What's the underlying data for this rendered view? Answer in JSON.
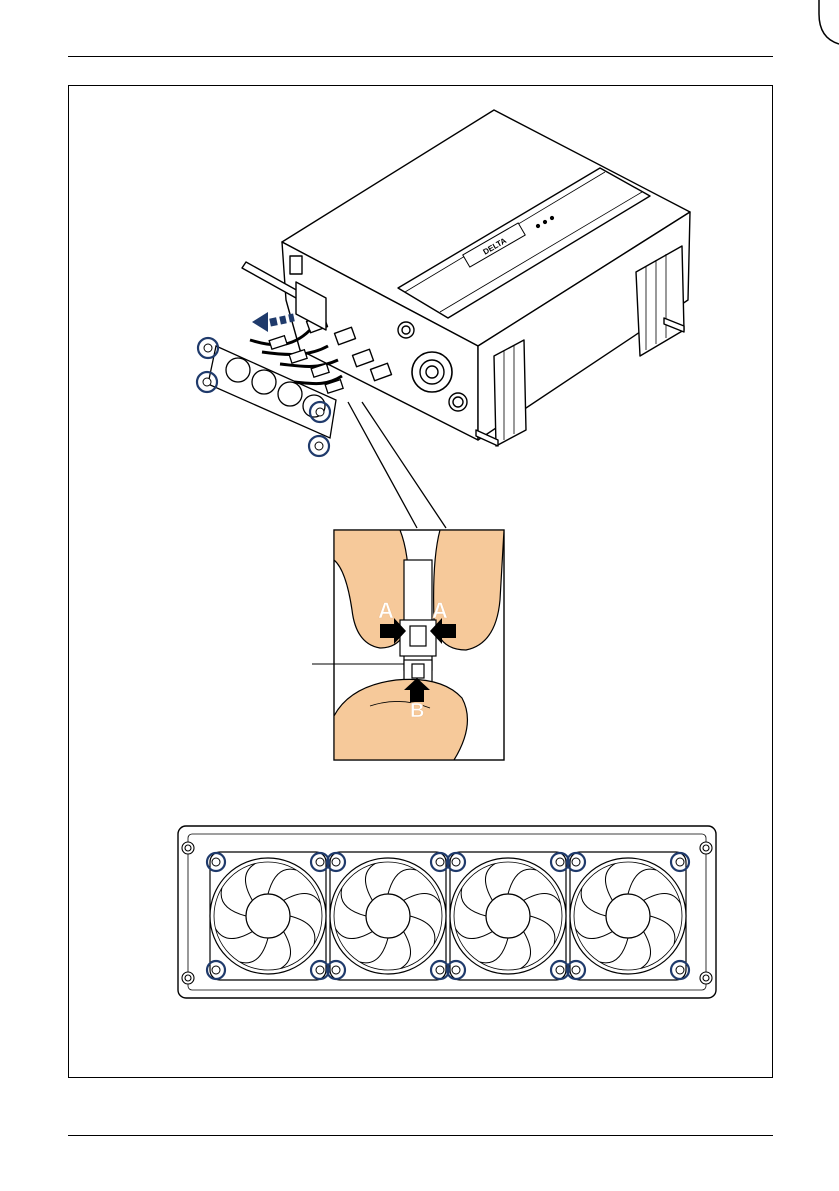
{
  "page": {
    "background": "#ffffff",
    "line_color": "#000000",
    "accent_circle_color": "#1f3a6b"
  },
  "inverter_figure": {
    "brand_logo_text": "DELTA",
    "pull_direction_icon": "dashed-arrow-left-icon",
    "fan_tray_screws_marked": 4
  },
  "connector_detail": {
    "press_label_left": "A",
    "press_label_right": "A",
    "push_label_bottom": "B",
    "skin_color": "#f6c99a"
  },
  "fan_tray_figure": {
    "fan_count": 4,
    "marked_screw_count": 16
  }
}
